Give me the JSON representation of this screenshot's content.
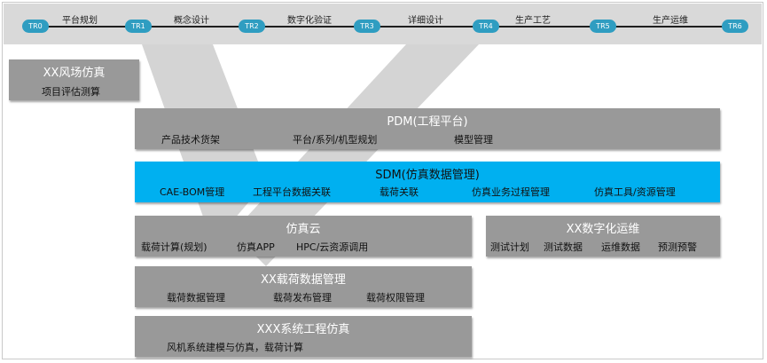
{
  "timeline": {
    "milestones": [
      "TR0",
      "TR1",
      "TR2",
      "TR3",
      "TR4",
      "TR5",
      "TR6"
    ],
    "phases": [
      "平台规划",
      "概念设计",
      "数字化验证",
      "详细设计",
      "生产工艺",
      "生产运维"
    ]
  },
  "wind_farm": {
    "title": "XX风场仿真",
    "items": [
      "项目评估测算"
    ]
  },
  "pdm": {
    "title": "PDM(工程平台)",
    "items": [
      "产品技术货架",
      "平台/系列/机型规划",
      "模型管理"
    ]
  },
  "sdm": {
    "title": "SDM(仿真数据管理)",
    "items": [
      "CAE-BOM管理",
      "工程平台数据关联",
      "载荷关联",
      "仿真业务过程管理",
      "仿真工具/资源管理"
    ]
  },
  "sim_cloud": {
    "title": "仿真云",
    "items": [
      "载荷计算(规划)",
      "仿真APP",
      "HPC/云资源调用"
    ]
  },
  "digital_ops": {
    "title": "XX数字化运维",
    "items": [
      "测试计划",
      "测试数据",
      "运维数据",
      "预测预警"
    ]
  },
  "load_data": {
    "title": "XX载荷数据管理",
    "items": [
      "载荷数据管理",
      "载荷发布管理",
      "载荷权限管理"
    ]
  },
  "system_eng": {
    "title": "XXX系统工程仿真",
    "items": [
      "风机系统建模与仿真，载荷计算"
    ]
  },
  "colors": {
    "gray_box": "#999999",
    "blue_box": "#00b0f0",
    "milestone": "#2f9dc1",
    "band": "#d9d9d9",
    "v_shape": "#d4d4d4"
  }
}
